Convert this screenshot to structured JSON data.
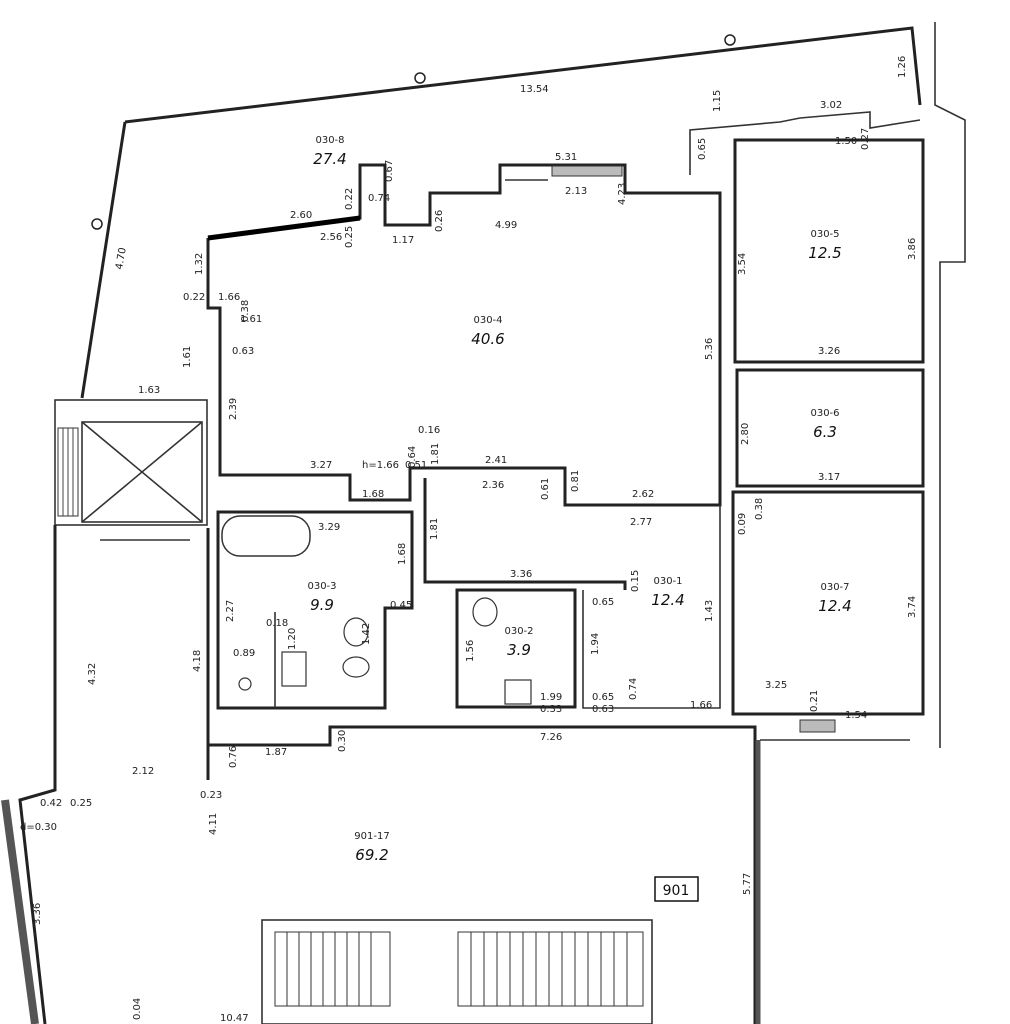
{
  "unit": {
    "label": "901"
  },
  "rooms": [
    {
      "code": "030-8",
      "area": "27.4"
    },
    {
      "code": "030-4",
      "area": "40.6"
    },
    {
      "code": "030-5",
      "area": "12.5"
    },
    {
      "code": "030-6",
      "area": "6.3"
    },
    {
      "code": "030-3",
      "area": "9.9"
    },
    {
      "code": "030-2",
      "area": "3.9"
    },
    {
      "code": "030-1",
      "area": "12.4"
    },
    {
      "code": "030-7",
      "area": "12.4"
    },
    {
      "code": "901-17",
      "area": "69.2"
    }
  ],
  "dims": [
    "13.54",
    "1.26",
    "1.15",
    "3.02",
    "1.50",
    "0.27",
    "0.65",
    "5.31",
    "2.13",
    "4.23",
    "0.67",
    "0.74",
    "2.60",
    "0.22",
    "2.56",
    "0.25",
    "1.17",
    "0.26",
    "4.99",
    "4.70",
    "1.32",
    "0.22",
    "1.61",
    "0.63",
    "1.63",
    "3.54",
    "3.86",
    "5.36",
    "3.26",
    "2.80",
    "3.17",
    "2.39",
    "0.16",
    "3.27",
    "1.68",
    "2.41",
    "2.36",
    "0.61",
    "2.62",
    "2.77",
    "0.09",
    "0.38",
    "3.29",
    "1.68",
    "1.81",
    "3.36",
    "0.15",
    "2.27",
    "0.45",
    "0.18",
    "1.20",
    "4.32",
    "4.18",
    "0.89",
    "1.56",
    "1.94",
    "0.65",
    "1.43",
    "3.74",
    "3.25",
    "0.21",
    "1.54",
    "0.74",
    "1.66",
    "7.26",
    "0.30",
    "1.87",
    "0.76",
    "2.12",
    "0.23",
    "0.42",
    "0.25",
    "d=0.30",
    "4.11",
    "5.77",
    "0.04",
    "10.47",
    "3.36",
    "1.99",
    "0.33",
    "0.38",
    "0.81",
    "1.42",
    "h=1.66",
    "1.66",
    "0.51",
    "0.64",
    "1.81",
    "0.65",
    "0.63"
  ]
}
